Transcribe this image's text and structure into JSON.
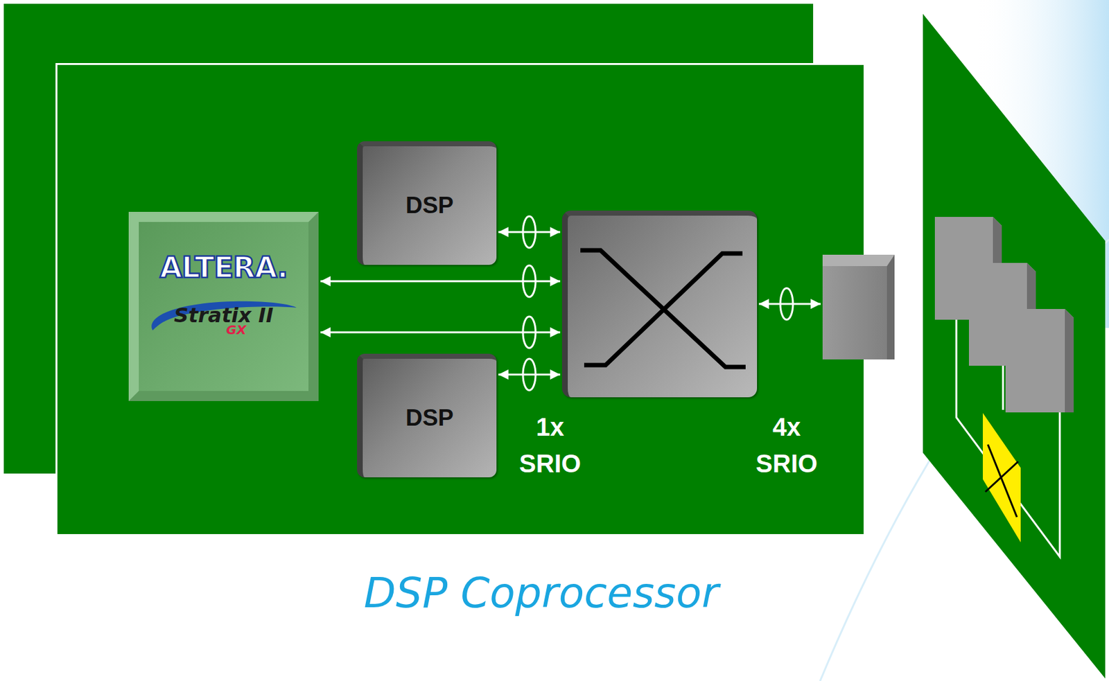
{
  "diagram": {
    "caption": "DSP Coprocessor",
    "nodes": [
      {
        "text": [
          "DSP"
        ]
      },
      {
        "text": [
          "ALTERA.",
          "Stratix II",
          "GX"
        ]
      },
      {
        "text": []
      },
      {
        "text": []
      },
      {
        "text": [
          "DSP"
        ]
      }
    ],
    "edges": [
      {
        "from": 0,
        "to": 2,
        "arrow": "both"
      },
      {
        "from": 1,
        "to": 2,
        "arrow": "both"
      },
      {
        "from": 1,
        "to": 2,
        "arrow": "both"
      },
      {
        "from": 4,
        "to": 2,
        "arrow": "both"
      },
      {
        "from": 2,
        "to": 3,
        "arrow": "both"
      }
    ],
    "labels": [
      "1x SRIO",
      "4x SRIO"
    ]
  }
}
